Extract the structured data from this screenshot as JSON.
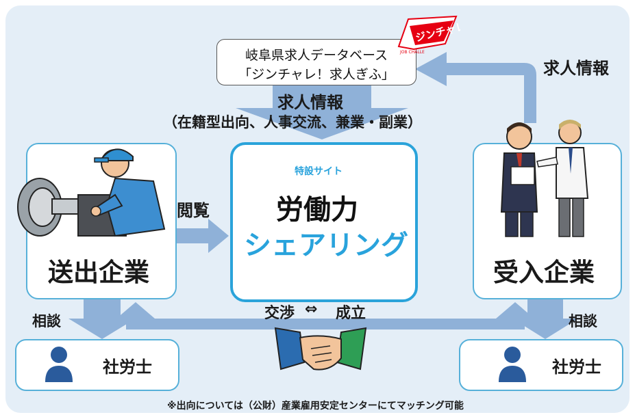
{
  "database": {
    "line1": "岐阜県求人データベース",
    "line2": "「ジンチャレ！求人ぎふ」",
    "logo_text": "ジンチャレ！",
    "logo_sub": "JOB CHALLE"
  },
  "flow_top": {
    "title": "求人情報",
    "sub": "（在籍型出向、人事交流、兼業・副業）"
  },
  "right_info_label": "求人情報",
  "center": {
    "tag": "特設サイト",
    "title1": "労働力",
    "title2": "シェアリング"
  },
  "view_label": "閲覧",
  "sender_label": "送出企業",
  "receiver_label": "受入企業",
  "negotiation": {
    "left": "交渉",
    "symbol": "⇔",
    "right": "成立"
  },
  "consult_left": "相談",
  "consult_right": "相談",
  "sharoushi_left": "社労士",
  "sharoushi_right": "社労士",
  "footnote": "※出向については（公財）産業雇用安定センターにてマッチング可能",
  "colors": {
    "arrow": "#8fb1d8",
    "box_border": "#56b0d9",
    "center_border": "#2aa3da",
    "accent_cyan": "#29a3dc",
    "panel_bg": "#e4eef7",
    "logo_red": "#e60012"
  },
  "icons": [
    "lathe-worker-illustration",
    "business-people-illustration",
    "handshake-icon",
    "person-icon",
    "logo-badge"
  ]
}
